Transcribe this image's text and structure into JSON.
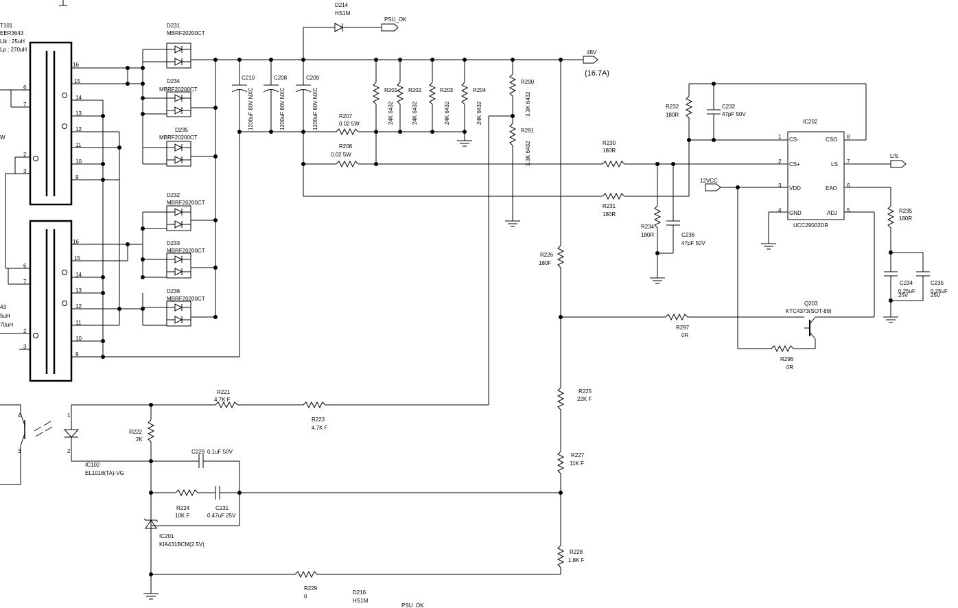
{
  "transformers": {
    "t101": {
      "ref": "T101",
      "core": "EER3643",
      "llk": "Llk : 25uH",
      "lp": "Lp : 270uH"
    },
    "t102": {
      "core": "43",
      "llk": "5uH",
      "lp": "70uH"
    },
    "pins_top": [
      "6",
      "7",
      "2",
      "3",
      "16",
      "15",
      "14",
      "13",
      "12",
      "11",
      "10",
      "9"
    ],
    "pins_bot": [
      "6",
      "7",
      "2",
      "3",
      "16",
      "15",
      "14",
      "13",
      "12",
      "11",
      "10",
      "9"
    ],
    "left_w": "W"
  },
  "diodes": {
    "d231": {
      "ref": "D231",
      "part": "MBRF20200CT"
    },
    "d234": {
      "ref": "D234",
      "part": "MBRF20200CT"
    },
    "d235": {
      "ref": "D235",
      "part": "MBRF20200CT"
    },
    "d232": {
      "ref": "D232",
      "part": "MBRF20200CT"
    },
    "d233": {
      "ref": "D233",
      "part": "MBRF20200CT"
    },
    "d236": {
      "ref": "D236",
      "part": "MBRF20200CT"
    },
    "d214": {
      "ref": "D214",
      "part": "HS1M"
    },
    "d216": {
      "ref": "D216",
      "part": "HS1M"
    }
  },
  "nets": {
    "psu_ok": "PSU_OK",
    "v48": "48V",
    "current": "(16.7A)",
    "ls": "L/S",
    "vcc12": "12VCC"
  },
  "caps": {
    "c210": {
      "ref": "C210",
      "val": "1200uF 80V NXC"
    },
    "c208": {
      "ref": "C208",
      "val": "1200uF 80V NXC"
    },
    "c209": {
      "ref": "C209",
      "val": "1200uF 80V NXC"
    },
    "c232": {
      "ref": "C232",
      "val": "47pF 50V"
    },
    "c236": {
      "ref": "C236",
      "val": "47pF 50V"
    },
    "c234": {
      "ref": "C234",
      "val": "0.25uF",
      "v": "25V"
    },
    "c235": {
      "ref": "C235",
      "val": "0.25uF",
      "v": "25V"
    },
    "c229": {
      "ref": "C229",
      "val": "0.1uF 50V"
    },
    "c231": {
      "ref": "C231",
      "val": "0.47uF 25V"
    }
  },
  "resistors": {
    "r207": {
      "ref": "R207",
      "val": "0.02 5W"
    },
    "r208": {
      "ref": "R208",
      "val": "0.02 5W"
    },
    "r201": {
      "ref": "R201",
      "val": "24K 6432"
    },
    "r202": {
      "ref": "R202",
      "val": "24K 6432"
    },
    "r203": {
      "ref": "R203",
      "val": "24K 6432"
    },
    "r204": {
      "ref": "R204",
      "val": "24K 6432"
    },
    "r290": {
      "ref": "R290",
      "val": "3.3K 6432"
    },
    "r291": {
      "ref": "R291",
      "val": "3.3K 6432"
    },
    "r230": {
      "ref": "R230",
      "val": "180R"
    },
    "r231": {
      "ref": "R231",
      "val": "180R"
    },
    "r232": {
      "ref": "R232",
      "val": "180R"
    },
    "r234": {
      "ref": "R234",
      "val": "180R"
    },
    "r235": {
      "ref": "R235",
      "val": "180R"
    },
    "r226": {
      "ref": "R226",
      "val": "180F"
    },
    "r297": {
      "ref": "R297",
      "val": "0R"
    },
    "r296": {
      "ref": "R296",
      "val": "0R"
    },
    "r225": {
      "ref": "R225",
      "val": "22K F"
    },
    "r227": {
      "ref": "R227",
      "val": "11K F"
    },
    "r228": {
      "ref": "R228",
      "val": "1.8K F"
    },
    "r221": {
      "ref": "R221",
      "val": "4.7K F"
    },
    "r223": {
      "ref": "R223",
      "val": "4.7K F"
    },
    "r222": {
      "ref": "R222",
      "val": "2K"
    },
    "r224": {
      "ref": "R224",
      "val": "10K F"
    },
    "r229": {
      "ref": "R229",
      "val": "0"
    }
  },
  "ic202": {
    "ref": "IC202",
    "part": "UCC29002DR",
    "pins": [
      {
        "num": "1",
        "name": "CS-"
      },
      {
        "num": "2",
        "name": "CS+"
      },
      {
        "num": "3",
        "name": "VDD"
      },
      {
        "num": "4",
        "name": "GND"
      },
      {
        "num": "8",
        "name": "CSO"
      },
      {
        "num": "7",
        "name": "LS"
      },
      {
        "num": "6",
        "name": "EAO"
      },
      {
        "num": "5",
        "name": "ADJ"
      }
    ]
  },
  "q203": {
    "ref": "Q203",
    "part": "KTC4373(SOT-89)"
  },
  "ic102": {
    "ref": "IC102",
    "part": "EL1018(TA)-VG",
    "pins": [
      "4",
      "3",
      "1",
      "2"
    ]
  },
  "ic201": {
    "ref": "IC201",
    "part": "KIA431BCM(2.5V)"
  }
}
